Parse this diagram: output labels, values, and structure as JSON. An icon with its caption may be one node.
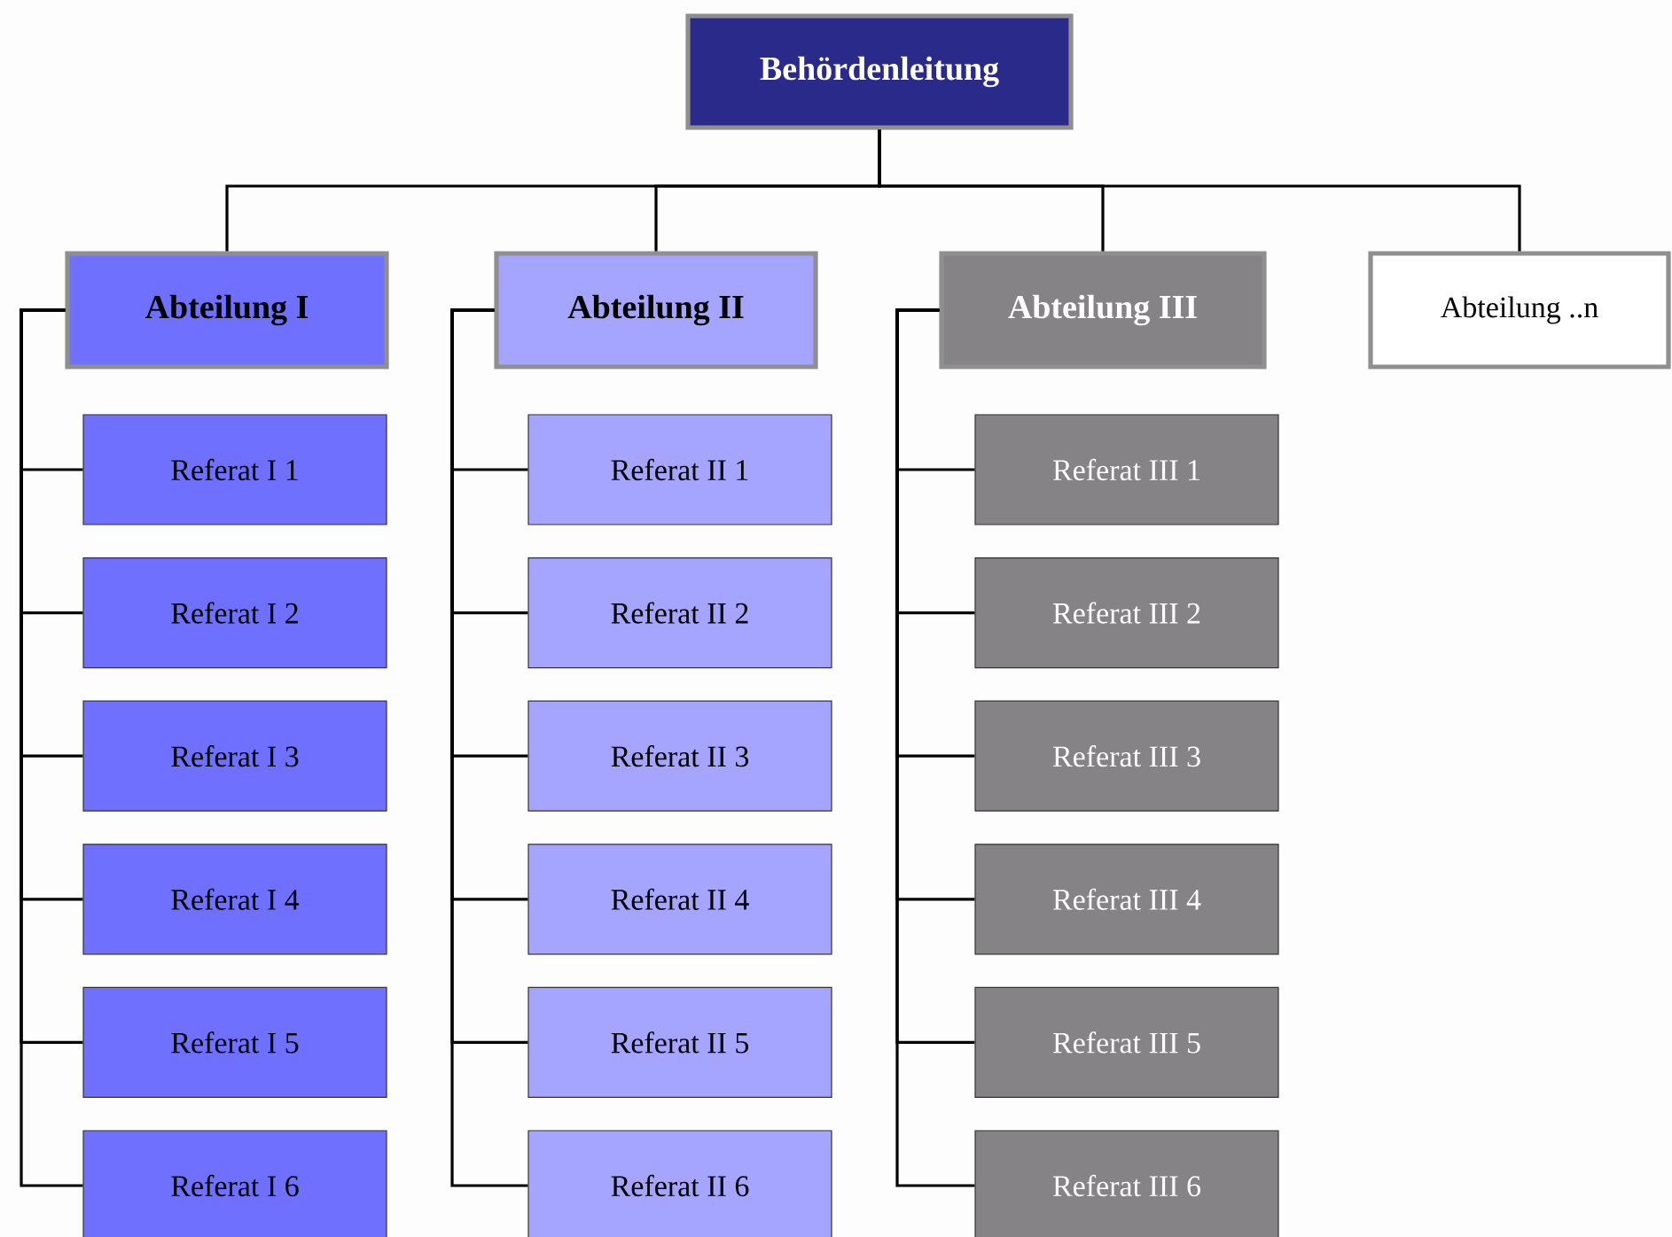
{
  "diagram": {
    "nodes": [
      {
        "text": [
          "Behördenleitung"
        ]
      },
      {
        "text": [
          "Abteilung I"
        ]
      },
      {
        "text": [
          "Referat I 1"
        ]
      },
      {
        "text": [
          "Referat I 2"
        ]
      },
      {
        "text": [
          "Referat I 3"
        ]
      },
      {
        "text": [
          "Referat I 4"
        ]
      },
      {
        "text": [
          "Referat I 5"
        ]
      },
      {
        "text": [
          "Referat I 6"
        ]
      },
      {
        "text": [
          "Abteilung II"
        ]
      },
      {
        "text": [
          "Referat II 1"
        ]
      },
      {
        "text": [
          "Referat II 2"
        ]
      },
      {
        "text": [
          "Referat II 3"
        ]
      },
      {
        "text": [
          "Referat II 4"
        ]
      },
      {
        "text": [
          "Referat II 5"
        ]
      },
      {
        "text": [
          "Referat II 6"
        ]
      },
      {
        "text": [
          "Abteilung III"
        ]
      },
      {
        "text": [
          "Referat III 1"
        ]
      },
      {
        "text": [
          "Referat III 2"
        ]
      },
      {
        "text": [
          "Referat III 3"
        ]
      },
      {
        "text": [
          "Referat III 4"
        ]
      },
      {
        "text": [
          "Referat III 5"
        ]
      },
      {
        "text": [
          "Referat III 6"
        ]
      },
      {
        "text": [
          "Abteilung ..n"
        ]
      }
    ],
    "edges": [
      {
        "from": 0,
        "to": 1,
        "arrow": "none"
      },
      {
        "from": 0,
        "to": 8,
        "arrow": "none"
      },
      {
        "from": 0,
        "to": 15,
        "arrow": "none"
      },
      {
        "from": 0,
        "to": 22,
        "arrow": "none"
      },
      {
        "from": 1,
        "to": 2,
        "arrow": "none"
      },
      {
        "from": 1,
        "to": 3,
        "arrow": "none"
      },
      {
        "from": 1,
        "to": 4,
        "arrow": "none"
      },
      {
        "from": 1,
        "to": 5,
        "arrow": "none"
      },
      {
        "from": 1,
        "to": 6,
        "arrow": "none"
      },
      {
        "from": 1,
        "to": 7,
        "arrow": "none"
      },
      {
        "from": 8,
        "to": 9,
        "arrow": "none"
      },
      {
        "from": 8,
        "to": 10,
        "arrow": "none"
      },
      {
        "from": 8,
        "to": 11,
        "arrow": "none"
      },
      {
        "from": 8,
        "to": 12,
        "arrow": "none"
      },
      {
        "from": 8,
        "to": 13,
        "arrow": "none"
      },
      {
        "from": 8,
        "to": 14,
        "arrow": "none"
      },
      {
        "from": 15,
        "to": 16,
        "arrow": "none"
      },
      {
        "from": 15,
        "to": 17,
        "arrow": "none"
      },
      {
        "from": 15,
        "to": 18,
        "arrow": "none"
      },
      {
        "from": 15,
        "to": 19,
        "arrow": "none"
      },
      {
        "from": 15,
        "to": 20,
        "arrow": "none"
      },
      {
        "from": 15,
        "to": 21,
        "arrow": "none"
      }
    ]
  }
}
